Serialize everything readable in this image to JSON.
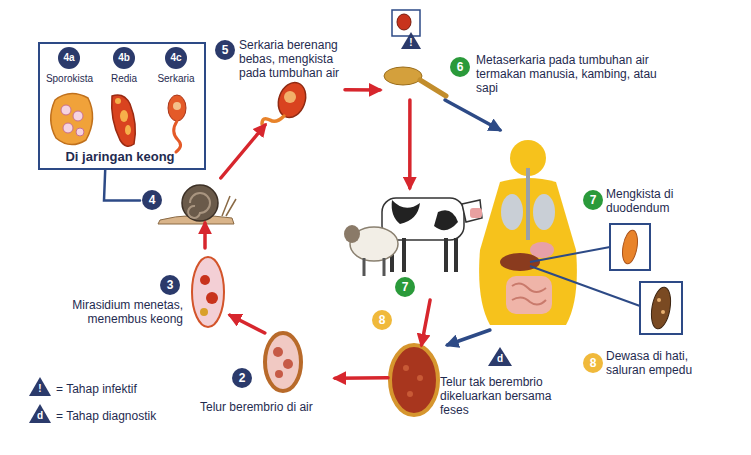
{
  "diagram": {
    "nodes": [
      {
        "text": [
          "Di jaringan keong"
        ]
      },
      {
        "text": [
          "4a",
          "Sporokista"
        ],
        "in": 0
      },
      {
        "text": [
          "4b",
          "Redia"
        ],
        "in": 0
      },
      {
        "text": [
          "4c",
          "Serkaria"
        ],
        "in": 0
      },
      {
        "text": [
          "4"
        ]
      },
      {
        "text": [
          "5",
          "Serkaria berenang bebas, mengkista pada tumbuhan air"
        ]
      },
      {
        "text": [
          "6",
          "Metaserkaria pada tumbuhan air termakan manusia, kambing, atau sapi",
          "!"
        ]
      },
      {
        "text": [
          "7",
          "Mengkista di duodendum"
        ]
      },
      {
        "text": [
          "8",
          "Dewasa di hati, saluran empedu"
        ]
      },
      {
        "text": [
          "7"
        ]
      },
      {
        "text": [
          "8"
        ]
      },
      {
        "text": [
          "d",
          "Telur tak berembrio dikeluarkan bersama feses"
        ]
      },
      {
        "text": [
          "2",
          "Telur berembrio di air"
        ]
      },
      {
        "text": [
          "3",
          "Mirasidium menetas, menembus keong"
        ]
      }
    ],
    "edges": [
      {
        "from": 4,
        "to": 0,
        "arrow": "none"
      },
      {
        "from": 4,
        "to": 5,
        "arrow": "to"
      },
      {
        "from": 5,
        "to": 6,
        "arrow": "to"
      },
      {
        "from": 6,
        "to": 9,
        "arrow": "to"
      },
      {
        "from": 6,
        "to": 7,
        "arrow": "to"
      },
      {
        "from": 9,
        "to": 11,
        "arrow": "to"
      },
      {
        "from": 7,
        "to": 11,
        "arrow": "to"
      },
      {
        "from": 11,
        "to": 12,
        "arrow": "to"
      },
      {
        "from": 12,
        "to": 13,
        "arrow": "to"
      },
      {
        "from": 13,
        "to": 4,
        "arrow": "to"
      }
    ],
    "labels": [
      "!",
      "d"
    ],
    "legend": [
      {
        "text": "= Tahap infektif"
      },
      {
        "text": "= Tahap diagnostik"
      }
    ]
  }
}
